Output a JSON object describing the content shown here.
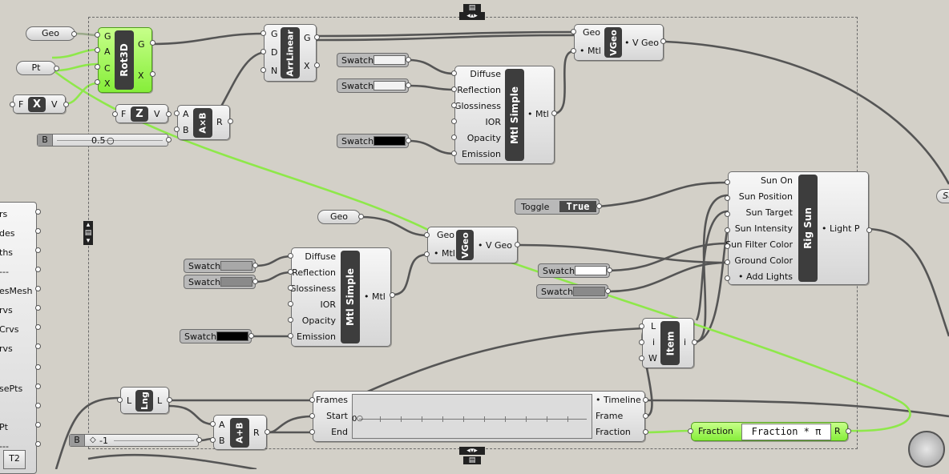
{
  "canvas": {
    "bg": "#d3d0c8",
    "wire_dark": "#555555",
    "wire_green": "#8ee84a",
    "wire_light": "#9aa98a"
  },
  "params": {
    "geo_top": "Geo",
    "pt": "Pt",
    "geo_mid": "Geo"
  },
  "rot3d": {
    "title": "Rot3D",
    "inputs": [
      "G",
      "A",
      "C",
      "X"
    ],
    "outputs": [
      "G",
      "X"
    ]
  },
  "fx_node": {
    "in": "F",
    "core": "X",
    "out": "V"
  },
  "fz_node": {
    "in": "F",
    "core": "Z",
    "out": "V"
  },
  "axb": {
    "title": "A×B",
    "inputs": [
      "A",
      "B"
    ],
    "out": "R"
  },
  "slider_top": {
    "tag": "B",
    "value": "0.5"
  },
  "arrlinear": {
    "title": "ArrLinear",
    "inputs": [
      "G",
      "D",
      "N"
    ],
    "outputs": [
      "G",
      "X"
    ]
  },
  "swatches_top": [
    "Swatch",
    "Swatch",
    "Swatch"
  ],
  "mtl_top": {
    "title": "Mtl Simple",
    "inputs": [
      "Diffuse",
      "Reflection",
      "Glossiness",
      "IOR",
      "Opacity",
      "Emission"
    ],
    "out": "• Mtl"
  },
  "vgeo_top": {
    "title": "VGeo",
    "inputs": [
      "Geo",
      "• Mtl"
    ],
    "out": "• V Geo"
  },
  "toggle": {
    "label": "Toggle",
    "value": "True"
  },
  "rig_sun": {
    "title": "Rig Sun",
    "inputs": [
      "Sun On",
      "Sun Position",
      "Sun Target",
      "Sun Intensity",
      "Sun Filter Color",
      "Ground Color",
      "• Add Lights"
    ],
    "out": "• Light P"
  },
  "vgeo_mid": {
    "title": "VGeo",
    "inputs": [
      "Geo",
      "• Mtl"
    ],
    "out": "• V Geo"
  },
  "swatches_mid": [
    "Swatch",
    "Swatch",
    "Swatch"
  ],
  "swatches_right": [
    "Swatch",
    "Swatch"
  ],
  "mtl_mid": {
    "title": "Mtl Simple",
    "inputs": [
      "Diffuse",
      "Reflection",
      "Glossiness",
      "IOR",
      "Opacity",
      "Emission"
    ],
    "out": "• Mtl"
  },
  "item": {
    "title": "Item",
    "inputs": [
      "L",
      "i",
      "W"
    ],
    "out": "i"
  },
  "lng": {
    "title": "Lng",
    "in": "L",
    "out": "L"
  },
  "aplusb": {
    "title": "A+B",
    "inputs": [
      "A",
      "B"
    ],
    "out": "R"
  },
  "slider_bottom": {
    "tag": "B",
    "value": "-1"
  },
  "timeline": {
    "inputs": [
      "Frames",
      "Start",
      "End"
    ],
    "outputs": [
      "• Timeline",
      "Frame",
      "Fraction"
    ],
    "start_value": "0"
  },
  "fraction": {
    "label": "Fraction",
    "expr": "Fraction * π",
    "out": "R"
  },
  "left_panel": {
    "items": [
      "rs",
      "des",
      "ths",
      "---",
      "esMesh",
      "rvs",
      "Crvs",
      "rvs",
      "",
      "sePts",
      "",
      "Pt",
      "---"
    ]
  },
  "edge_tag": "Sa",
  "corner_badge": "T2"
}
